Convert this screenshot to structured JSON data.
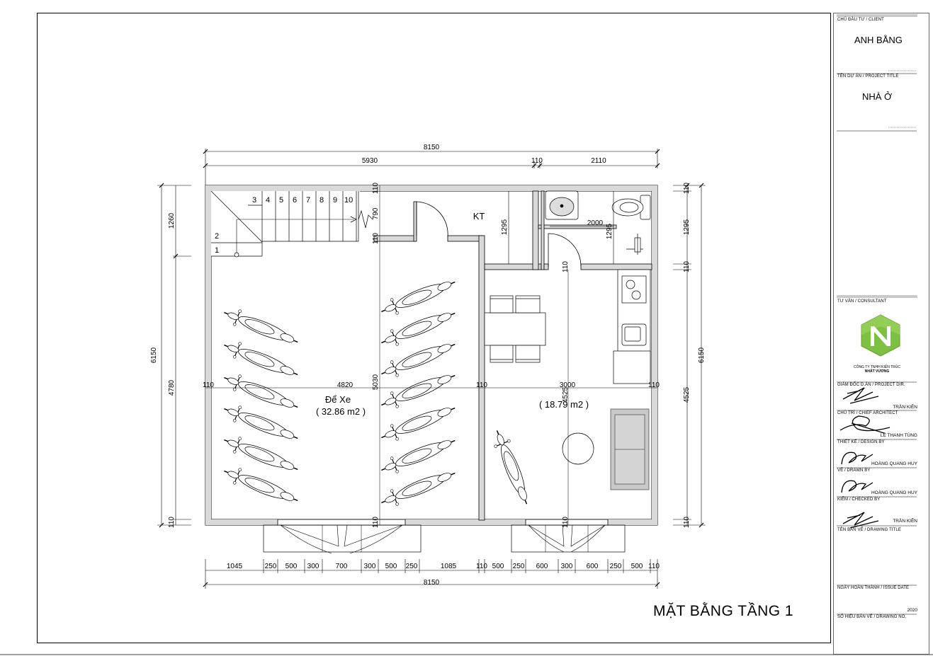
{
  "drawing": {
    "title": "MẶT BẰNG TẦNG 1",
    "overall_width_top": "8150",
    "overall_width_bottom": "8150",
    "top_chain": [
      "5930",
      "110",
      "2110"
    ],
    "bottom_chain": [
      "1045",
      "250",
      "500",
      "300",
      "700",
      "300",
      "500",
      "250",
      "1085",
      "110",
      "500",
      "250",
      "600",
      "300",
      "600",
      "250",
      "500",
      "110"
    ],
    "left_overall": "6150",
    "left_chain": [
      "1260",
      "4780",
      "110"
    ],
    "right_overall": "6150",
    "right_chain": [
      "110",
      "1295",
      "110",
      "4525",
      "110"
    ],
    "inner_dims": {
      "d4820": "4820",
      "d3000": "3000",
      "d110a": "110",
      "d110b": "110",
      "d110c": "110",
      "d5030": "5030",
      "d4525": "4525",
      "d790": "790",
      "d110_st1": "110",
      "d110_st2": "110",
      "d110_bot1": "110",
      "d110_bot2": "110",
      "d1295a": "1295",
      "d1295b": "1295",
      "d2000": "2000",
      "d110_wc": "110"
    },
    "stair_steps": [
      "1",
      "2",
      "3",
      "4",
      "5",
      "6",
      "7",
      "8",
      "9",
      "10"
    ],
    "rooms": {
      "kt": "KT",
      "parking_name": "Để Xe",
      "parking_area": "( 32.86 m2 )",
      "living_area": "( 18.79 m2 )"
    }
  },
  "title_block": {
    "client_label": "CHỦ ĐẦU TƯ / CLIENT",
    "client_value": "ANH BẰNG",
    "project_label": "TÊN DỰ ÁN / PROJECT TITLE",
    "project_value": "NHÀ Ở",
    "consultant_label": "TƯ VẤN / CONSULTANT",
    "company_line1": "CÔNG TY TNHH KIẾN TRÚC",
    "company_line2": "NHẤT VƯƠNG",
    "rows": [
      {
        "label": "GIÁM ĐỐC D.ÁN / PROJECT DIR.",
        "name": "TRẦN KIÊN"
      },
      {
        "label": "CHỦ TRÌ / CHIEF ARCHITECT",
        "name": "LÊ THANH TÙNG"
      },
      {
        "label": "THIẾT KẾ / DESIGN BY",
        "name": "HOÀNG QUANG HUY"
      },
      {
        "label": "VẼ / DRAWN BY",
        "name": "HOÀNG QUANG HUY"
      },
      {
        "label": "KIỂM / CHECKED BY",
        "name": "TRẦN KIÊN"
      }
    ],
    "drawing_title_label": "TÊN BẢN VẼ / DRAWING TITLE",
    "issue_date_label": "NGÀY HOÀN THÀNH / ISSUE DATE",
    "issue_year": "2020",
    "drawing_no_label": "SỐ HIỆU BẢN VẼ / DRAWING NO.",
    "logo_color": "#7dc143"
  }
}
